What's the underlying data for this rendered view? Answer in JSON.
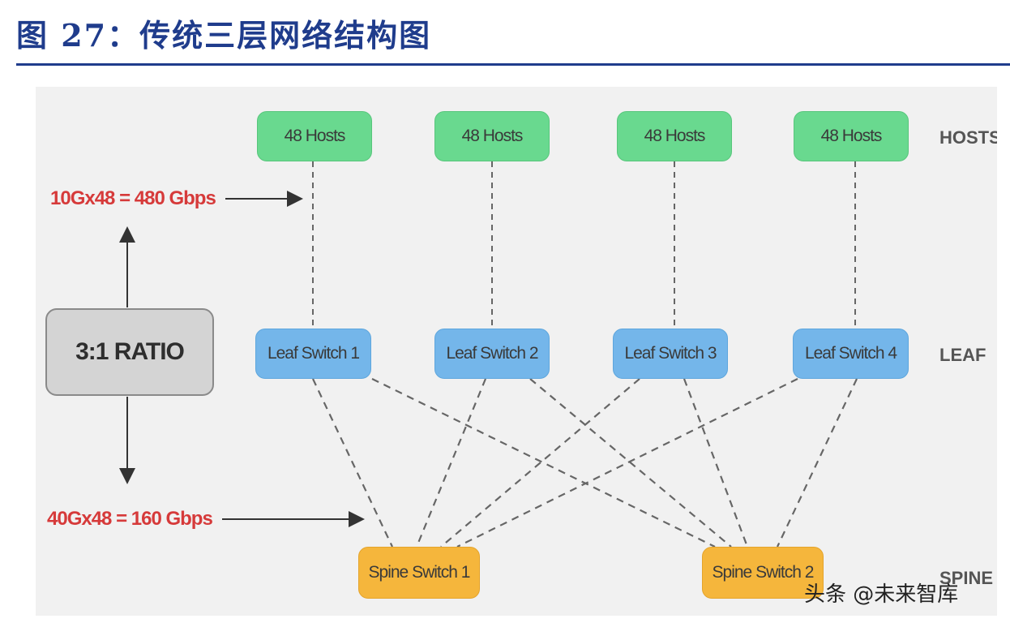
{
  "header": {
    "title": "图 27：传统三层网络结构图"
  },
  "diagram": {
    "hosts": [
      "48 Hosts",
      "48 Hosts",
      "48 Hosts",
      "48 Hosts"
    ],
    "leaves": [
      "Leaf Switch 1",
      "Leaf Switch 2",
      "Leaf Switch 3",
      "Leaf Switch 4"
    ],
    "spines": [
      "Spine Switch 1",
      "Spine Switch 2"
    ],
    "tiers": {
      "hosts": "HOSTS",
      "leaf": "LEAF",
      "spine": "SPINE"
    },
    "ratio": "3:1 RATIO",
    "uplink_label": "10Gx48 = 480 Gbps",
    "downlink_label": "40Gx48 = 160 Gbps",
    "colors": {
      "host": "#69d98f",
      "leaf": "#74b6ea",
      "spine": "#f5b63c",
      "bandwidth_text": "#d63a3a",
      "title": "#1f3c8c"
    }
  },
  "watermark": "头条 @未来智库"
}
